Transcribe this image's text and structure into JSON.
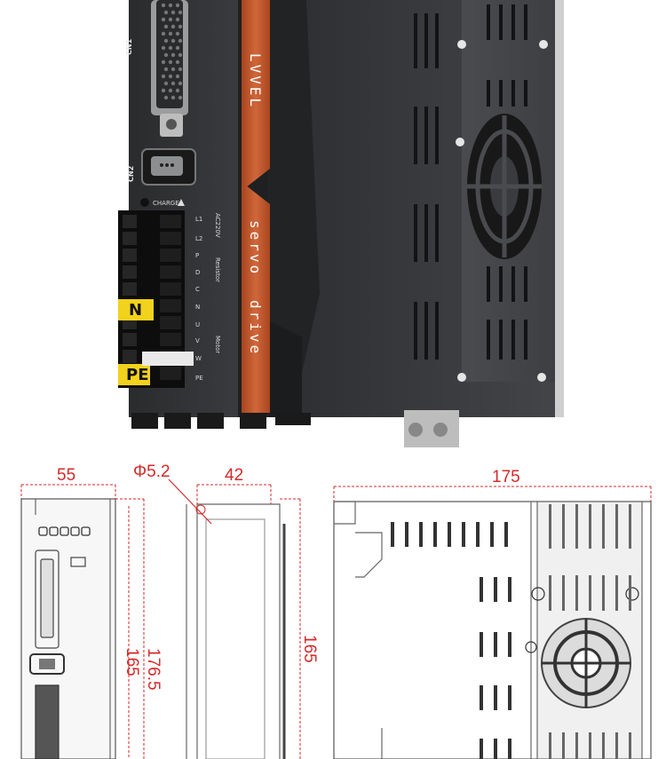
{
  "product": {
    "brand_text": "LVVEL",
    "servo_text": "servo",
    "drive_text": "drive",
    "cn1_label": "CN1",
    "cn2_label": "CN2",
    "charge_label": "CHARGE",
    "terminal_n": "N",
    "terminal_pe": "PE",
    "strip_labels": [
      "L1",
      "L2",
      "P",
      "D",
      "C",
      "N",
      "U",
      "V",
      "W",
      "PE"
    ],
    "ac_label": "AC220V",
    "resistor_label": "Resistor",
    "motor_label": "Motor"
  },
  "dimensions": {
    "front_width": "55",
    "hole_diameter": "Φ5.2",
    "side_width": "42",
    "depth": "175",
    "height_outer": "176.5",
    "height_inner": "165",
    "height_side": "165"
  },
  "colors": {
    "accent_orange": "#c2572c",
    "dimension_red": "#d42a2a",
    "housing_dark": "#2f3032",
    "label_yellow": "#f2d21c"
  }
}
